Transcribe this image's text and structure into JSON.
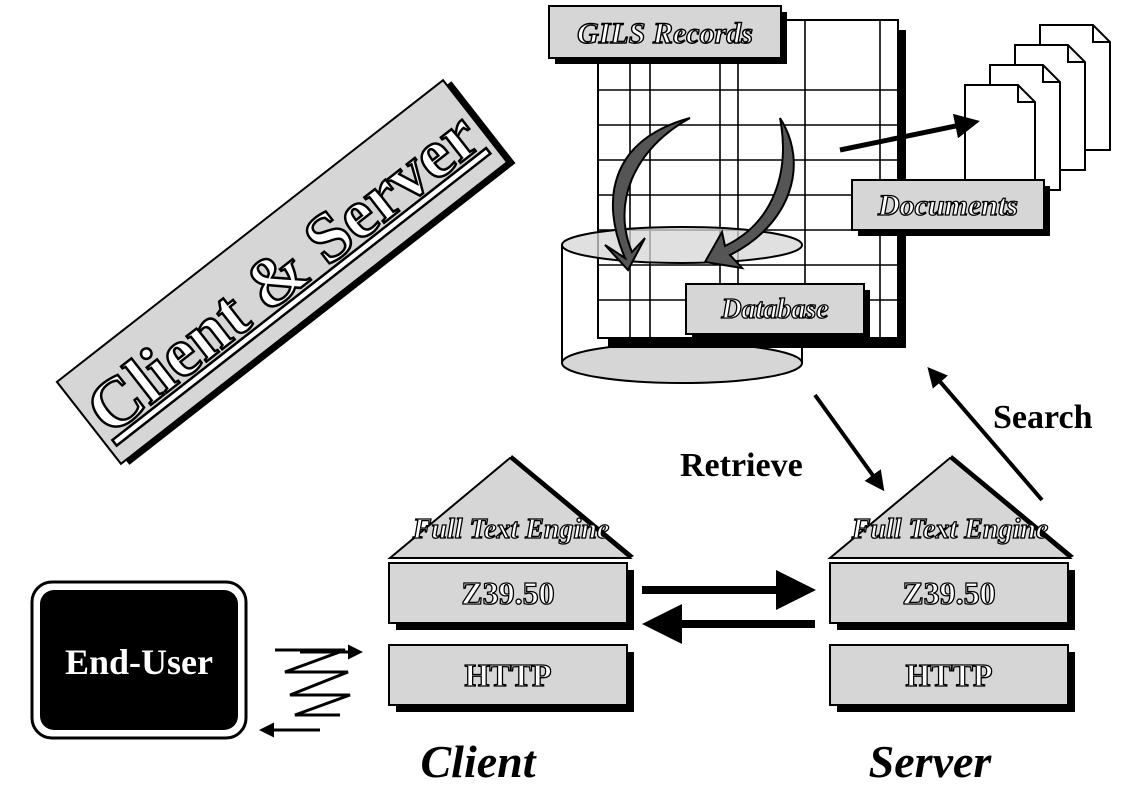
{
  "banner": {
    "text": "Client & Server"
  },
  "store": {
    "records_label": "GILS Records",
    "database_label": "Database",
    "documents_label": "Documents"
  },
  "arrows": {
    "retrieve_label": "Retrieve",
    "search_label": "Search"
  },
  "client": {
    "engine_label": "Full Text Engine",
    "z3950_label": "Z39.50",
    "http_label": "HTTP",
    "caption": "Client"
  },
  "server": {
    "engine_label": "Full Text Engine",
    "z3950_label": "Z39.50",
    "http_label": "HTTP",
    "caption": "Server"
  },
  "end_user": {
    "label": "End-User"
  }
}
